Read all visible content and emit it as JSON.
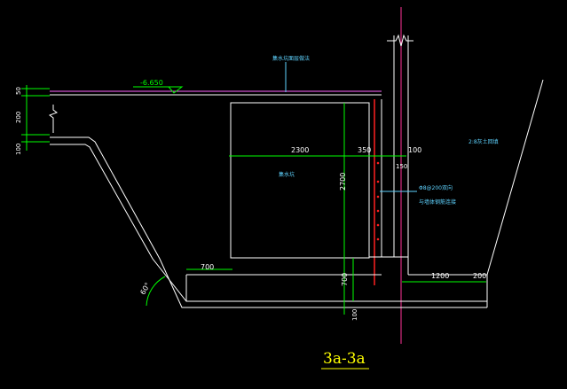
{
  "drawing": {
    "title": "3a-3a",
    "elevation": "-6.650",
    "angle": "60°",
    "labels": {
      "top_note": "集水坑面层做法",
      "pit_name": "集水坑",
      "soil_note": "2:8灰土回填",
      "rebar_note_1": "Φ8@200双向",
      "rebar_note_2": "与墙体钢筋连接"
    },
    "dims": {
      "d50": "50",
      "d200": "200",
      "d100_left": "100",
      "d2300": "2300",
      "d350": "350",
      "d100_top": "100",
      "d150": "150",
      "d2700": "2700",
      "d700_left": "700",
      "d700_vert": "700",
      "d100_bottom": "100",
      "d1200": "1200",
      "d200_right": "200"
    },
    "colors": {
      "background": "#000000",
      "structure": "#ffffff",
      "dimension": "#00ff00",
      "slab": "#ff66ff",
      "rebar": "#ff2020",
      "axis": "#ff3399",
      "notes": "#5fd3ff",
      "title": "#ffff00"
    }
  }
}
